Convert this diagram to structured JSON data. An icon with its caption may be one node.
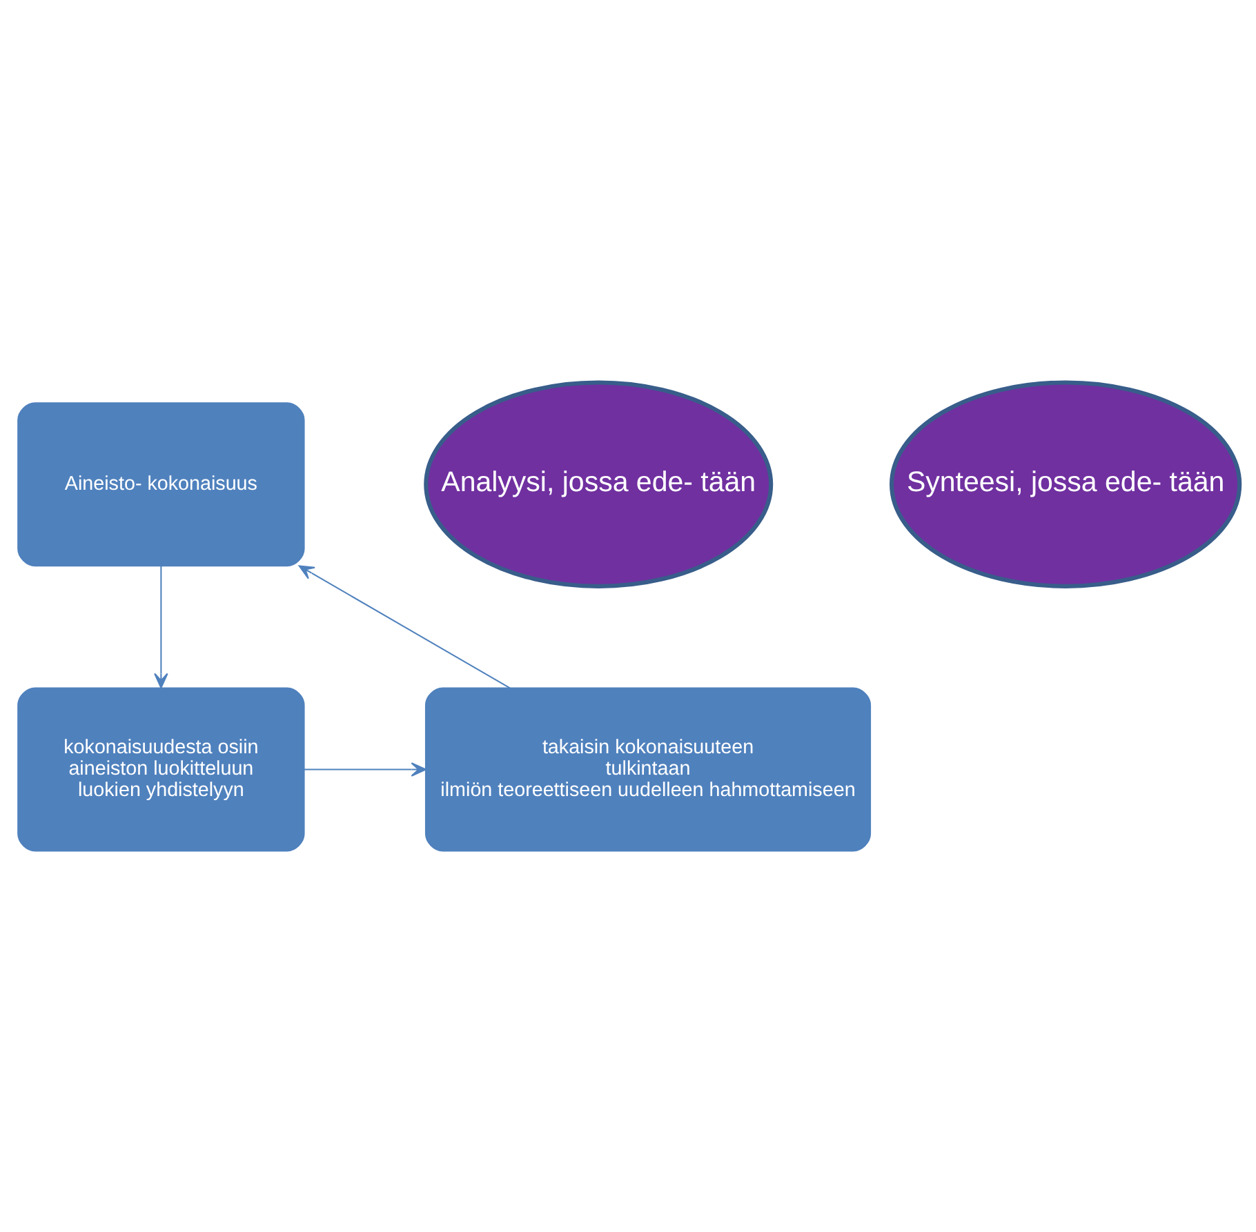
{
  "diagram": {
    "nodes": [
      {
        "text": [
          "Aineisto- kokonaisuus"
        ]
      },
      {
        "text": [
          "Analyysi, jossa ede- tään"
        ]
      },
      {
        "text": [
          "takaisin kokonaisuuteen",
          "tulkintaan",
          "ilmiön teoreettiseen uudelleen hahmottamiseen"
        ]
      },
      {
        "text": [
          "kokonaisuudesta osiin",
          "aineiston luokitteluun",
          "luokien yhdistelyyn"
        ]
      },
      {
        "text": [
          "Synteesi, jossa ede- tään"
        ]
      }
    ],
    "edges": [
      {
        "from": 0,
        "to": 3,
        "arrow": "to"
      },
      {
        "from": 3,
        "to": 2,
        "arrow": "to"
      },
      {
        "from": 2,
        "to": 0,
        "arrow": "to"
      }
    ]
  }
}
